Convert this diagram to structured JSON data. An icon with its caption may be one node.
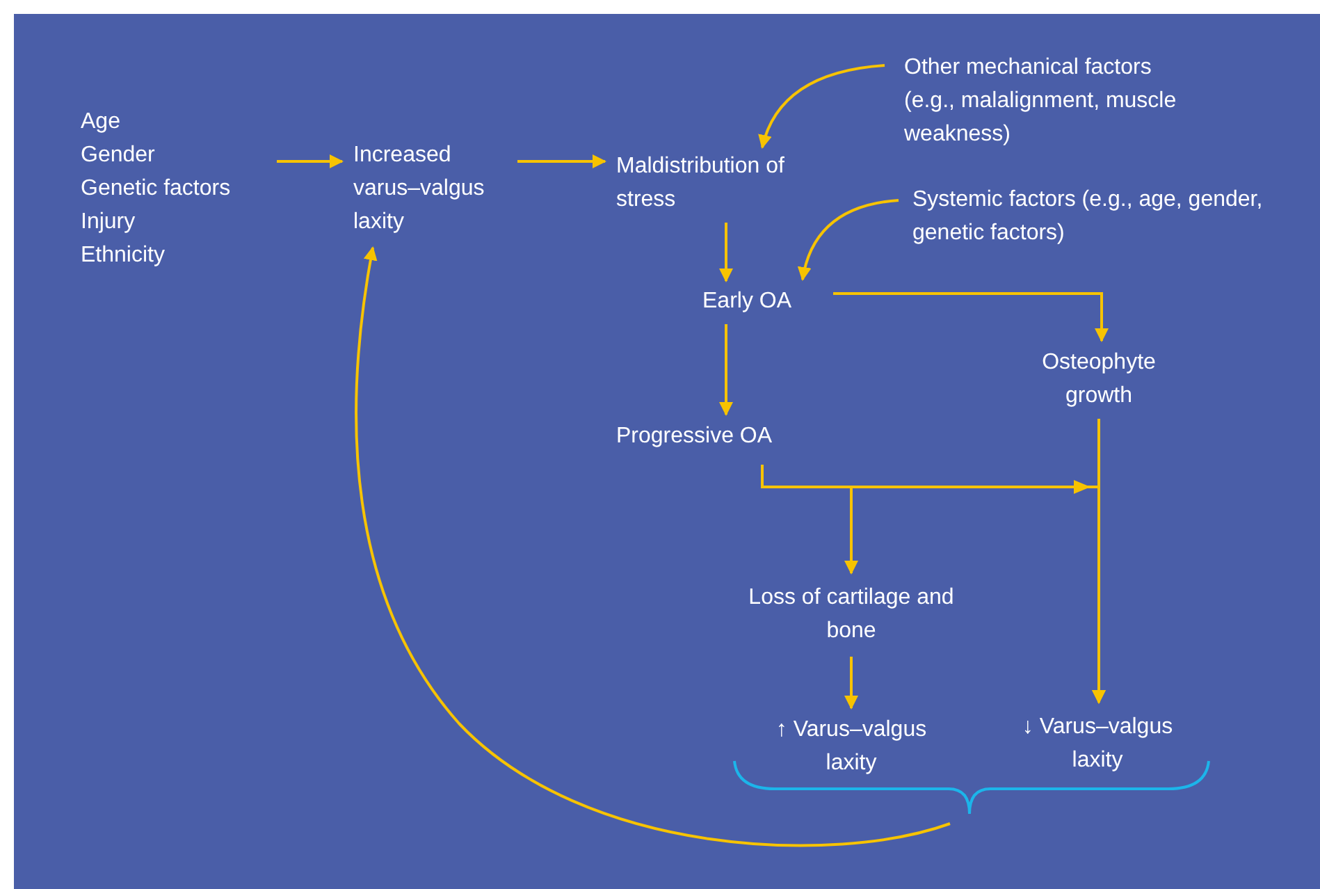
{
  "diagram": {
    "nodes": [
      {
        "text": [
          "Age",
          "Gender",
          "Genetic factors",
          "Injury",
          "Ethnicity"
        ]
      },
      {
        "text": [
          "Increased varus–valgus laxity"
        ]
      },
      {
        "text": [
          "Other mechanical factors (e.g., malalignment, muscle weakness)"
        ]
      },
      {
        "text": [
          "Maldistribution of stress"
        ]
      },
      {
        "text": [
          "Systemic factors (e.g., age, gender, genetic factors)"
        ]
      },
      {
        "text": [
          "Early OA"
        ]
      },
      {
        "text": [
          "Osteophyte growth"
        ]
      },
      {
        "text": [
          "Progressive OA"
        ]
      },
      {
        "text": [
          "Loss of cartilage and bone"
        ]
      },
      {
        "text": [
          "↑ Varus–valgus laxity"
        ]
      },
      {
        "text": [
          "↓ Varus–valgus laxity"
        ]
      },
      {
        "text": [],
        "shape": "brace"
      }
    ],
    "edges": [
      {
        "from": 0,
        "to": 1,
        "arrow": "to"
      },
      {
        "from": 1,
        "to": 3,
        "arrow": "to"
      },
      {
        "from": 2,
        "to": 3,
        "arrow": "to"
      },
      {
        "from": 3,
        "to": 5,
        "arrow": "to"
      },
      {
        "from": 4,
        "to": 5,
        "arrow": "to"
      },
      {
        "from": 5,
        "to": 6,
        "arrow": "to"
      },
      {
        "from": 5,
        "to": 7,
        "arrow": "to"
      },
      {
        "from": 7,
        "to": 8,
        "arrow": "to"
      },
      {
        "from": 7,
        "to": 10,
        "arrow": "to"
      },
      {
        "from": 6,
        "to": 10,
        "arrow": "to"
      },
      {
        "from": 8,
        "to": 9,
        "arrow": "to"
      },
      {
        "from": 11,
        "to": 1,
        "arrow": "to"
      }
    ]
  }
}
